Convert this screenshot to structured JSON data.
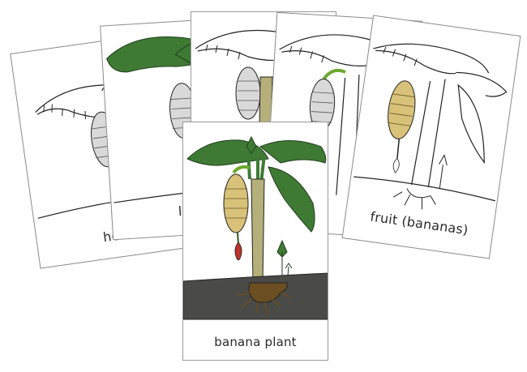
{
  "scene": {
    "description": "Fanned set of banana plant nomenclature cards",
    "background": "#ffffff"
  },
  "colors": {
    "leaf_green": "#3f7a35",
    "leaf_outline": "#1f3d1a",
    "pseudostem_olive": "#b5b07a",
    "fruit_yellow": "#d8c27a",
    "flower_red": "#b8342c",
    "soil_dark": "#4a4a46",
    "corm_brown": "#6b4e22",
    "peduncle_green": "#6aa82e",
    "outline": "#222222"
  },
  "cards": [
    {
      "id": "card-1",
      "label": "he",
      "highlight": "flower (heart)",
      "rotation_deg": -8
    },
    {
      "id": "card-2",
      "label": "le",
      "highlight": "leaves",
      "rotation_deg": -3.5
    },
    {
      "id": "card-3",
      "label": "",
      "highlight": "pseudostem",
      "rotation_deg": 0
    },
    {
      "id": "card-4",
      "label": "",
      "highlight": "peduncle",
      "rotation_deg": 3.5
    },
    {
      "id": "card-5",
      "label": "fruit (bananas)",
      "highlight": "fruit",
      "rotation_deg": 8
    },
    {
      "id": "card-6",
      "label": "banana plant",
      "highlight": "whole plant (colored)",
      "rotation_deg": 0
    }
  ]
}
